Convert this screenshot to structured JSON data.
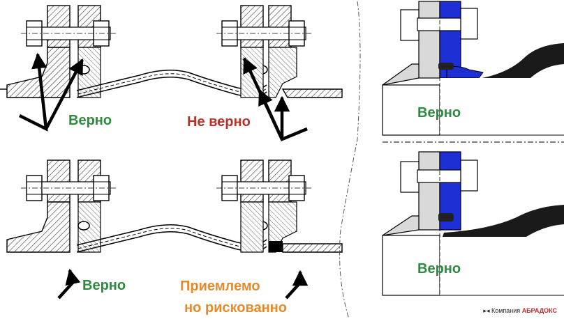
{
  "labels": {
    "correct": "Верно",
    "incorrect": "Не верно",
    "acceptable_line1": "Приемлемо",
    "acceptable_line2": "но рискованно"
  },
  "brand": {
    "prefix": "Компания",
    "name": "АБРАДОКС"
  },
  "colors": {
    "correct": "#2e8b3e",
    "incorrect": "#b5332b",
    "risky": "#e88a2c",
    "gasket_blue": "#1f2fd6",
    "brand": "#c0282b"
  }
}
